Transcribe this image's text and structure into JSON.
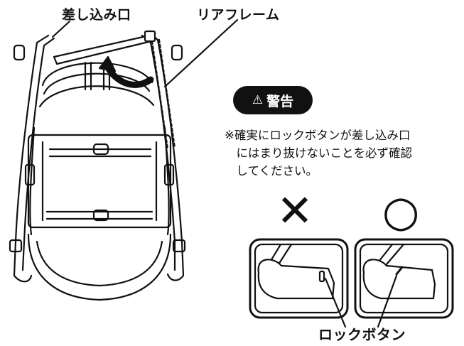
{
  "labels": {
    "insertion_port": "差し込み口",
    "rear_frame": "リアフレーム",
    "lock_button": "ロックボタン"
  },
  "warning": {
    "icon": "warning-triangle-icon",
    "title": "警告"
  },
  "note": "※確実にロックボタンが差し込み口\n　にはまり抜けないことを必ず確認\n　してください。",
  "marks": {
    "incorrect_icon": "cross-mark-icon",
    "correct_icon": "circle-mark-icon"
  }
}
